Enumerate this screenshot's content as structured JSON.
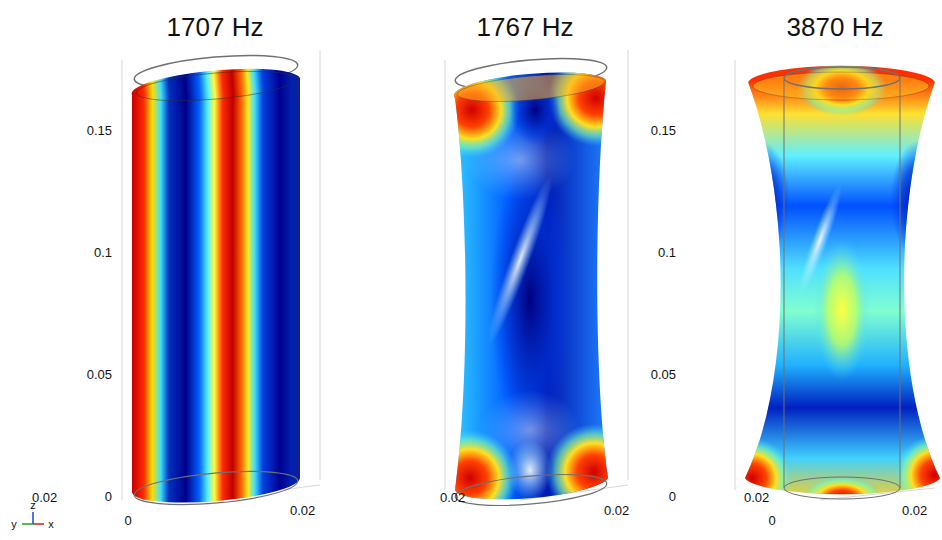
{
  "diagram": {
    "labels": [
      "1707 Hz",
      "1767 Hz",
      "3870 Hz",
      "0.15",
      "0.1",
      "0.05",
      "0",
      "0.02",
      "0",
      "0.02",
      "0.02",
      "0.02",
      "0.15",
      "0.1",
      "0.05",
      "0",
      "0.02",
      "0",
      "0.02",
      "y",
      "z",
      "x"
    ]
  }
}
